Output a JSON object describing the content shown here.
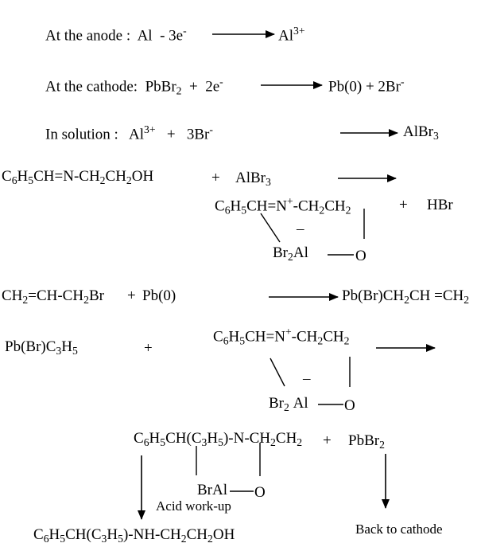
{
  "equations": {
    "anode": {
      "label": "At the anode :",
      "left_a": "Al",
      "left_b": "- 3e",
      "left_b_sup": "-",
      "product": "Al",
      "product_sup": "3+"
    },
    "cathode": {
      "label": "At the cathode:",
      "r1": "PbBr",
      "r1_sub": "2",
      "plus": "+",
      "r2": "2e",
      "r2_sup": "-",
      "p1": "Pb(0) + 2Br",
      "p1_sup": "-"
    },
    "solution": {
      "label": "In solution :",
      "r1": "Al",
      "r1_sup": "3+",
      "plus": "+",
      "r2": "3Br",
      "r2_sup": "-",
      "product": "AlBr",
      "product_sub": "3"
    }
  },
  "reaction1": {
    "reactant": [
      "C",
      "6",
      "H",
      "5",
      "CH=N-CH",
      "2",
      "CH",
      "2",
      "OH"
    ],
    "plus": "+",
    "reagent": [
      "AlBr",
      "3"
    ],
    "product_top": [
      "C",
      "6",
      "H",
      "5",
      "CH=N",
      "+",
      "-CH",
      "2",
      "CH",
      "2"
    ],
    "byproduct_plus": "+",
    "byproduct": "HBr",
    "charge": "–",
    "ring_al": [
      "Br",
      "2",
      "Al"
    ],
    "ring_o": "O"
  },
  "reaction2": {
    "reactant": [
      "CH",
      "2",
      "=CH-CH",
      "2",
      "Br"
    ],
    "plus": "+",
    "reagent": "Pb(0)",
    "product": [
      "Pb(Br)CH",
      "2",
      "CH =CH",
      "2"
    ]
  },
  "reaction3": {
    "reactant": [
      "Pb(Br)C",
      "3",
      "H",
      "5"
    ],
    "plus": "+",
    "complex_top": [
      "C",
      "6",
      "H",
      "5",
      "CH=N",
      "+",
      "-CH",
      "2",
      "CH",
      "2"
    ],
    "charge": "–",
    "ring_al": [
      "Br",
      "2",
      "Al"
    ],
    "ring_o": "O"
  },
  "reaction4": {
    "product_top": [
      "C",
      "6",
      "H",
      "5",
      "CH(C",
      "3",
      "H",
      "5",
      ")-N-CH",
      "2",
      "CH",
      "2"
    ],
    "ring_al": "BrAl",
    "ring_o": "O",
    "plus": "+",
    "byproduct": [
      "PbBr",
      "2"
    ],
    "step_label": "Acid work-up",
    "final_product": [
      "C",
      "6",
      "H",
      "5",
      "CH(C",
      "3",
      "H",
      "5",
      ")-NH-CH",
      "2",
      "CH",
      "2",
      "OH"
    ],
    "recycle_label": "Back to cathode"
  }
}
